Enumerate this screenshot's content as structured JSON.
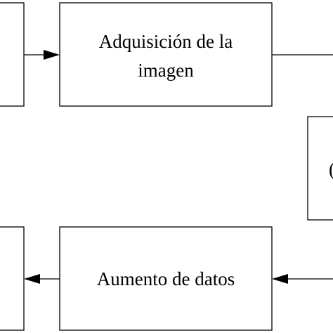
{
  "diagram": {
    "nodes": {
      "adquisicion": {
        "line1": "Adquisición de la",
        "line2": "imagen"
      },
      "aumento": {
        "label": "Aumento de datos"
      }
    }
  }
}
